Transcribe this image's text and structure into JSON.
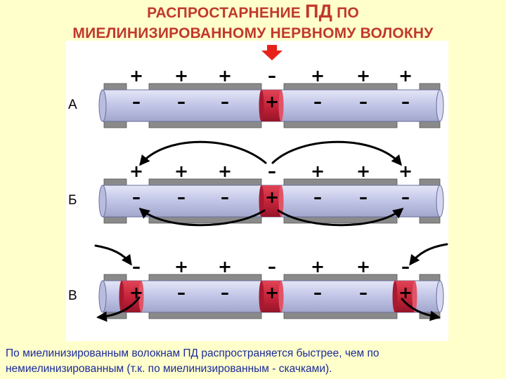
{
  "title": {
    "line1_part1": "РАСПРОСТАРНЕНИЕ ",
    "line1_big": "ПД",
    "line1_part2": " ПО",
    "line2": "МИЕЛИНИЗИРОВАННОМУ НЕРВНОМУ ВОЛОКНУ"
  },
  "rows": [
    {
      "label": "А",
      "top_signs": [
        "+",
        "+",
        "+",
        "–",
        "+",
        "+",
        "+"
      ],
      "inner_signs": [
        "–",
        "–",
        "–",
        "+",
        "–",
        "–",
        "–"
      ]
    },
    {
      "label": "Б",
      "top_signs": [
        "+",
        "+",
        "+",
        "–",
        "+",
        "+",
        "+"
      ],
      "inner_signs": [
        "–",
        "–",
        "–",
        "+",
        "–",
        "–",
        "–"
      ]
    },
    {
      "label": "В",
      "top_signs": [
        "–",
        "+",
        "+",
        "–",
        "+",
        "+",
        "–"
      ],
      "inner_signs": [
        "+",
        "–",
        "–",
        "+",
        "–",
        "–",
        "+"
      ]
    }
  ],
  "colors": {
    "background": "#ffffcc",
    "title": "#c0392b",
    "caption": "#1a2a9a",
    "axon": "#c4c8e8",
    "myelin": "#8a8a8a",
    "active_node": "#c8243a",
    "stimulus_arrow": "#e8221a"
  },
  "caption": {
    "line1": "По миелинизированным волокнам ПД распространяется быстрее, чем по",
    "line2": "немиелинизированным (т.к. по миелинизированным - скачками)."
  }
}
